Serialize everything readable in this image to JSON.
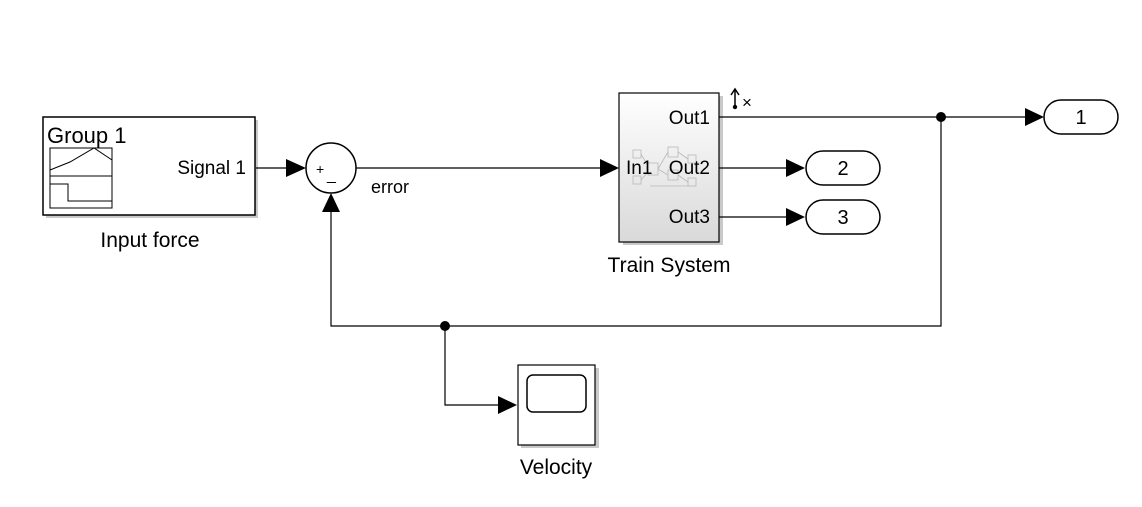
{
  "blocks": {
    "signal_builder": {
      "header": "Group 1",
      "port_label": "Signal 1",
      "caption": "Input force"
    },
    "sum": {
      "plus_sign": "+",
      "minus_sign": "_"
    },
    "error_signal_label": "error",
    "train_system": {
      "input_port": "In1",
      "output_ports": [
        "Out1",
        "Out2",
        "Out3"
      ],
      "caption": "Train System"
    },
    "outports": [
      "1",
      "2",
      "3"
    ],
    "scope": {
      "caption": "Velocity"
    },
    "annotation_marker": "×"
  },
  "colors": {
    "line": "#000000",
    "block_fill": "#ffffff",
    "subsystem_fill_top": "#ffffff",
    "subsystem_fill_bottom": "#d9d9d9",
    "faint": "#b8b8b8"
  }
}
